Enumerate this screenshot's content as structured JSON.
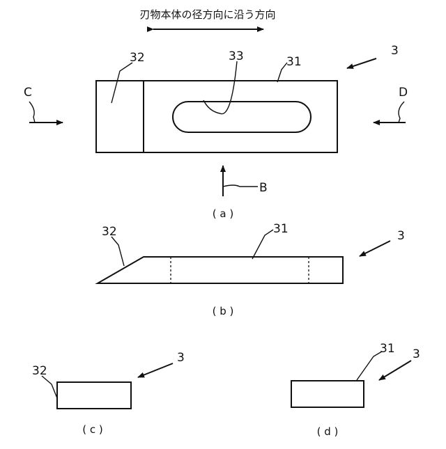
{
  "diagram": {
    "title": "刃物本体の径方向に沿う方向",
    "view_a": {
      "caption": "( a )",
      "labels": {
        "part3": "3",
        "part31": "31",
        "part32": "32",
        "part33": "33",
        "arrowB": "B",
        "arrowC": "C",
        "arrowD": "D"
      }
    },
    "view_b": {
      "caption": "( b )",
      "labels": {
        "part3": "3",
        "part31": "31",
        "part32": "32"
      }
    },
    "view_c": {
      "caption": "( c )",
      "labels": {
        "part3": "3",
        "part32": "32"
      }
    },
    "view_d": {
      "caption": "( d )",
      "labels": {
        "part3": "3",
        "part31": "31"
      }
    }
  }
}
